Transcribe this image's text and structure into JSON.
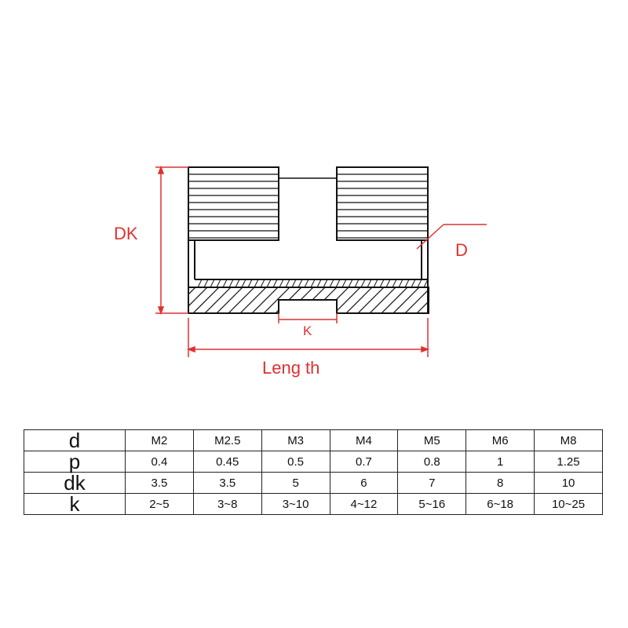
{
  "diagram": {
    "labels": {
      "dk": "DK",
      "d": "D",
      "k": "K",
      "length": "Leng th"
    },
    "dimension_color": "#e03030",
    "line_color": "#111111"
  },
  "spec_table": {
    "rows": [
      {
        "label": "d",
        "values": [
          "M2",
          "M2.5",
          "M3",
          "M4",
          "M5",
          "M6",
          "M8"
        ]
      },
      {
        "label": "p",
        "values": [
          "0.4",
          "0.45",
          "0.5",
          "0.7",
          "0.8",
          "1",
          "1.25"
        ]
      },
      {
        "label": "dk",
        "values": [
          "3.5",
          "3.5",
          "5",
          "6",
          "7",
          "8",
          "10"
        ]
      },
      {
        "label": "k",
        "values": [
          "2~5",
          "3~8",
          "3~10",
          "4~12",
          "5~16",
          "6~18",
          "10~25"
        ]
      }
    ]
  }
}
